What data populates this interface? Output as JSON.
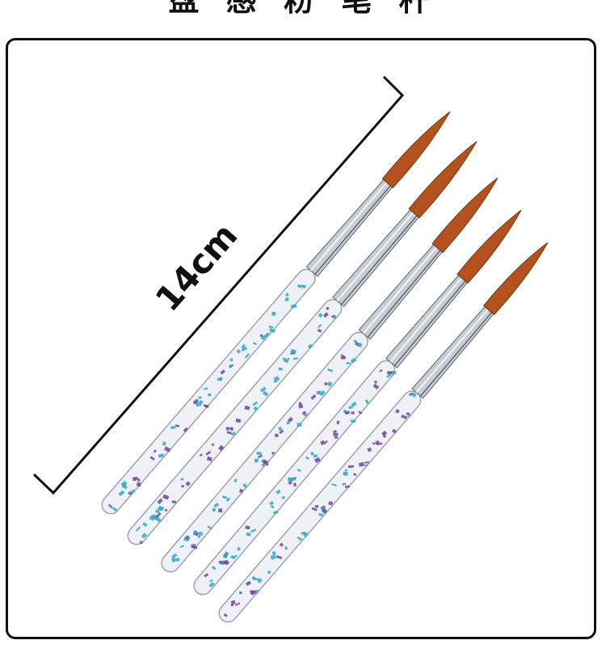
{
  "header": {
    "title": "盘 感 粉 笔 杆"
  },
  "measurement": {
    "label": "14cm"
  },
  "brushes": [
    {
      "name": "brush-1"
    },
    {
      "name": "brush-2"
    },
    {
      "name": "brush-3"
    },
    {
      "name": "brush-4"
    },
    {
      "name": "brush-5"
    }
  ],
  "colors": {
    "bristle": "#b4521f",
    "ferrule": "#c8cdd4",
    "glitter_blue": "#2fa8c8",
    "glitter_purple": "#7a3fa0",
    "handle": "#eef1f6",
    "frame": "#111111"
  }
}
